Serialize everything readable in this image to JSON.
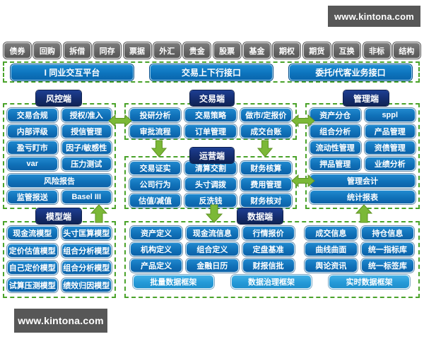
{
  "brand": {
    "url_top": "www.kintona.com",
    "url_bottom": "www.kintona.com"
  },
  "colors": {
    "box_blue": "#1071b8",
    "framework_blue": "#259ad8",
    "title_navy": "#142c6c",
    "arrow_green": "#7bb837",
    "dashed_border_green": "#4aa32a",
    "market_gray": "#636363",
    "logo_gray": "#575757"
  },
  "markets": [
    "债券",
    "回购",
    "拆借",
    "同存",
    "票据",
    "外汇",
    "贵金",
    "股票",
    "基金",
    "期权",
    "期货",
    "互换",
    "非标",
    "结构"
  ],
  "interfaces": [
    "I 同业交互平台",
    "交易上下行接口",
    "委托/代客业务接口"
  ],
  "sections": {
    "risk": {
      "title": "风控端",
      "items": [
        "交易合规",
        "授权/准入",
        "内部评级",
        "授信管理",
        "盈亏盯市",
        "因子/敏感性",
        "var",
        "压力测试",
        "风险报告",
        "监管报送",
        "Basel III"
      ]
    },
    "trade": {
      "title": "交易端",
      "items": [
        "投研分析",
        "交易策略",
        "做市/定报价",
        "审批流程",
        "订单管理",
        "成交台账"
      ]
    },
    "ops": {
      "title": "运营端",
      "items": [
        "交易证实",
        "清算交割",
        "财务核算",
        "公司行为",
        "头寸调拨",
        "费用管理",
        "估值/减值",
        "反洗钱",
        "财务核对"
      ]
    },
    "mgmt": {
      "title": "管理端",
      "items": [
        "资产分仓",
        "sppl",
        "组合分析",
        "产品管理",
        "流动性管理",
        "资债管理",
        "押品管理",
        "业绩分析",
        "管理会计",
        "统计报表"
      ]
    },
    "model": {
      "title": "模型端",
      "items": [
        "现金流模型",
        "头寸匡算模型",
        "定价估值模型",
        "组合分析模型",
        "自己定价模型",
        "组合分析模型",
        "试算压测模型",
        "绩效归因模型"
      ]
    },
    "data": {
      "title": "数据端",
      "items_left": [
        "资产定义",
        "现金流信息",
        "行情报价",
        "机构定义",
        "组合定义",
        "定盘基准",
        "产品定义",
        "金融日历",
        "财报信批"
      ],
      "items_right": [
        "成交信息",
        "持仓信息",
        "曲线曲面",
        "统一指标库",
        "舆论资讯",
        "统一标签库"
      ],
      "frameworks": [
        "批量数据框架",
        "数据治理框架",
        "实时数据框架"
      ]
    }
  }
}
